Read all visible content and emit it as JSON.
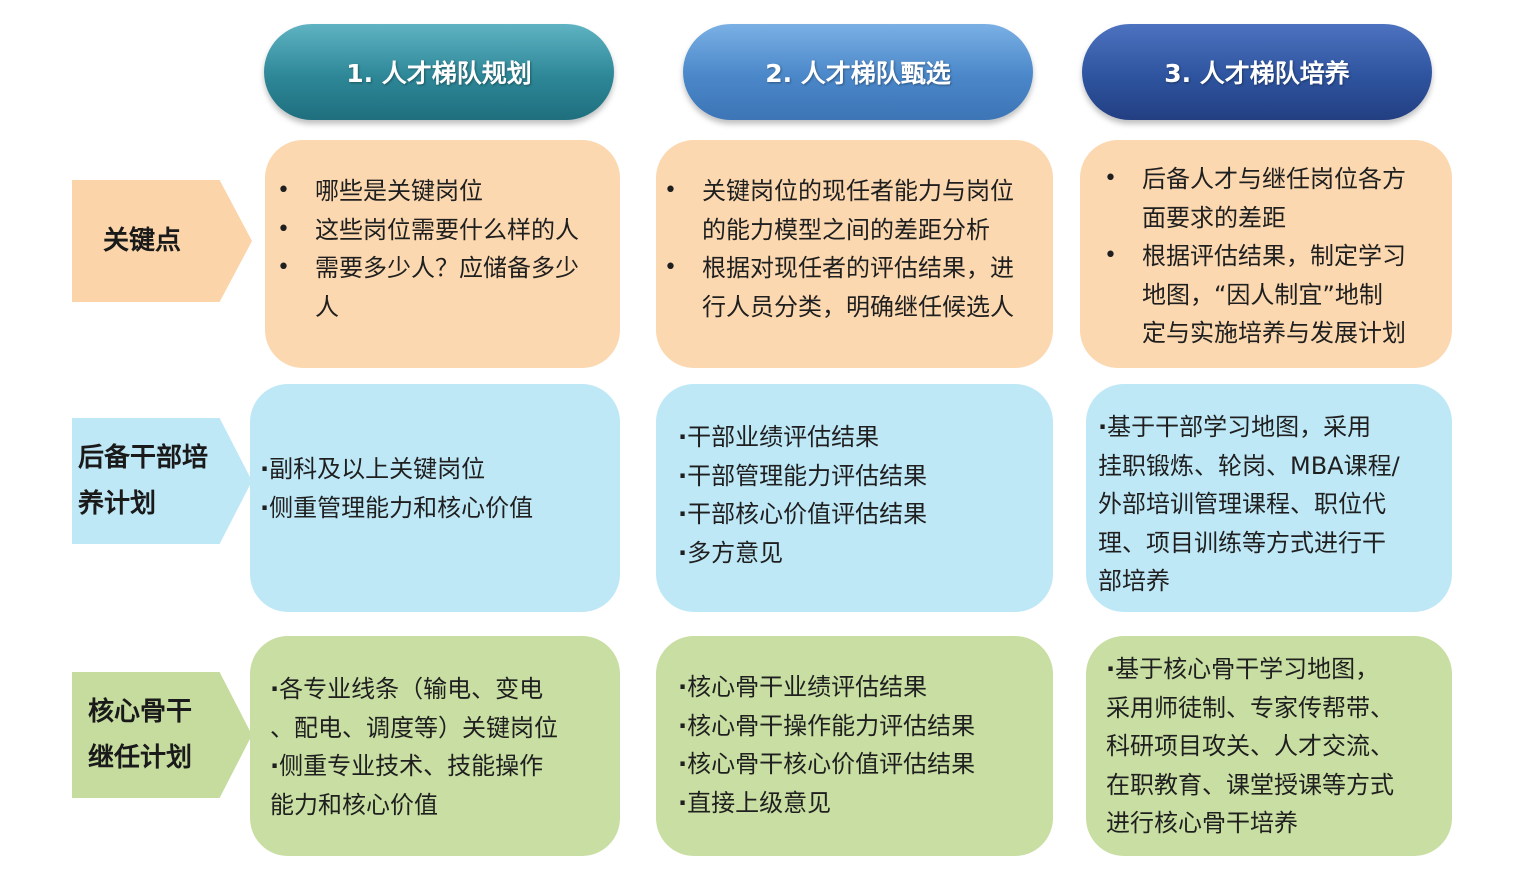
{
  "stages": [
    {
      "label": "1. 人才梯队规划"
    },
    {
      "label": "2. 人才梯队甄选"
    },
    {
      "label": "3. 人才梯队培养"
    }
  ],
  "rows": [
    {
      "label_lines": [
        "关键点"
      ]
    },
    {
      "label_lines": [
        "后备干部培",
        "养计划"
      ]
    },
    {
      "label_lines": [
        "核心骨干",
        "继任计划"
      ]
    }
  ],
  "key_points": {
    "col1": [
      {
        "lines": [
          "哪些是关键岗位"
        ]
      },
      {
        "lines": [
          "这些岗位需要什么样的人"
        ]
      },
      {
        "lines": [
          "需要多少人？应储备多少",
          "人"
        ]
      }
    ],
    "col2": [
      {
        "lines": [
          "关键岗位的现任者能力与岗位",
          "的能力模型之间的差距分析"
        ]
      },
      {
        "lines": [
          "根据对现任者的评估结果，进",
          "行人员分类，明确继任候选人"
        ]
      }
    ],
    "col3": [
      {
        "lines": [
          "后备人才与继任岗位各方",
          "面要求的差距"
        ]
      },
      {
        "lines": [
          "根据评估结果，制定学习",
          "地图，“因人制宜”地制",
          "定与实施培养与发展计划"
        ]
      }
    ]
  },
  "reserve_cadre": {
    "col1": [
      "副科及以上关键岗位",
      "侧重管理能力和核心价值"
    ],
    "col2": [
      "干部业绩评估结果",
      "干部管理能力评估结果",
      "干部核心价值评估结果",
      "多方意见"
    ],
    "col3": [
      "基于干部学习地图，采用",
      "挂职锻炼、轮岗、MBA课程/",
      "外部培训管理课程、职位代",
      "理、项目训练等方式进行干",
      "部培养"
    ]
  },
  "core_backbone": {
    "col1": [
      "各专业线条（输电、变电",
      "、配电、调度等）关键岗位",
      "侧重专业技术、技能操作",
      "能力和核心价值"
    ],
    "col2": [
      "核心骨干业绩评估结果",
      "核心骨干操作能力评估结果",
      "核心骨干核心价值评估结果",
      "直接上级意见"
    ],
    "col3": [
      "基于核心骨干学习地图，",
      "采用师徒制、专家传帮带、",
      "科研项目攻关、人才交流、",
      "在职教育、课堂授课等方式",
      "进行核心骨干培养"
    ]
  }
}
